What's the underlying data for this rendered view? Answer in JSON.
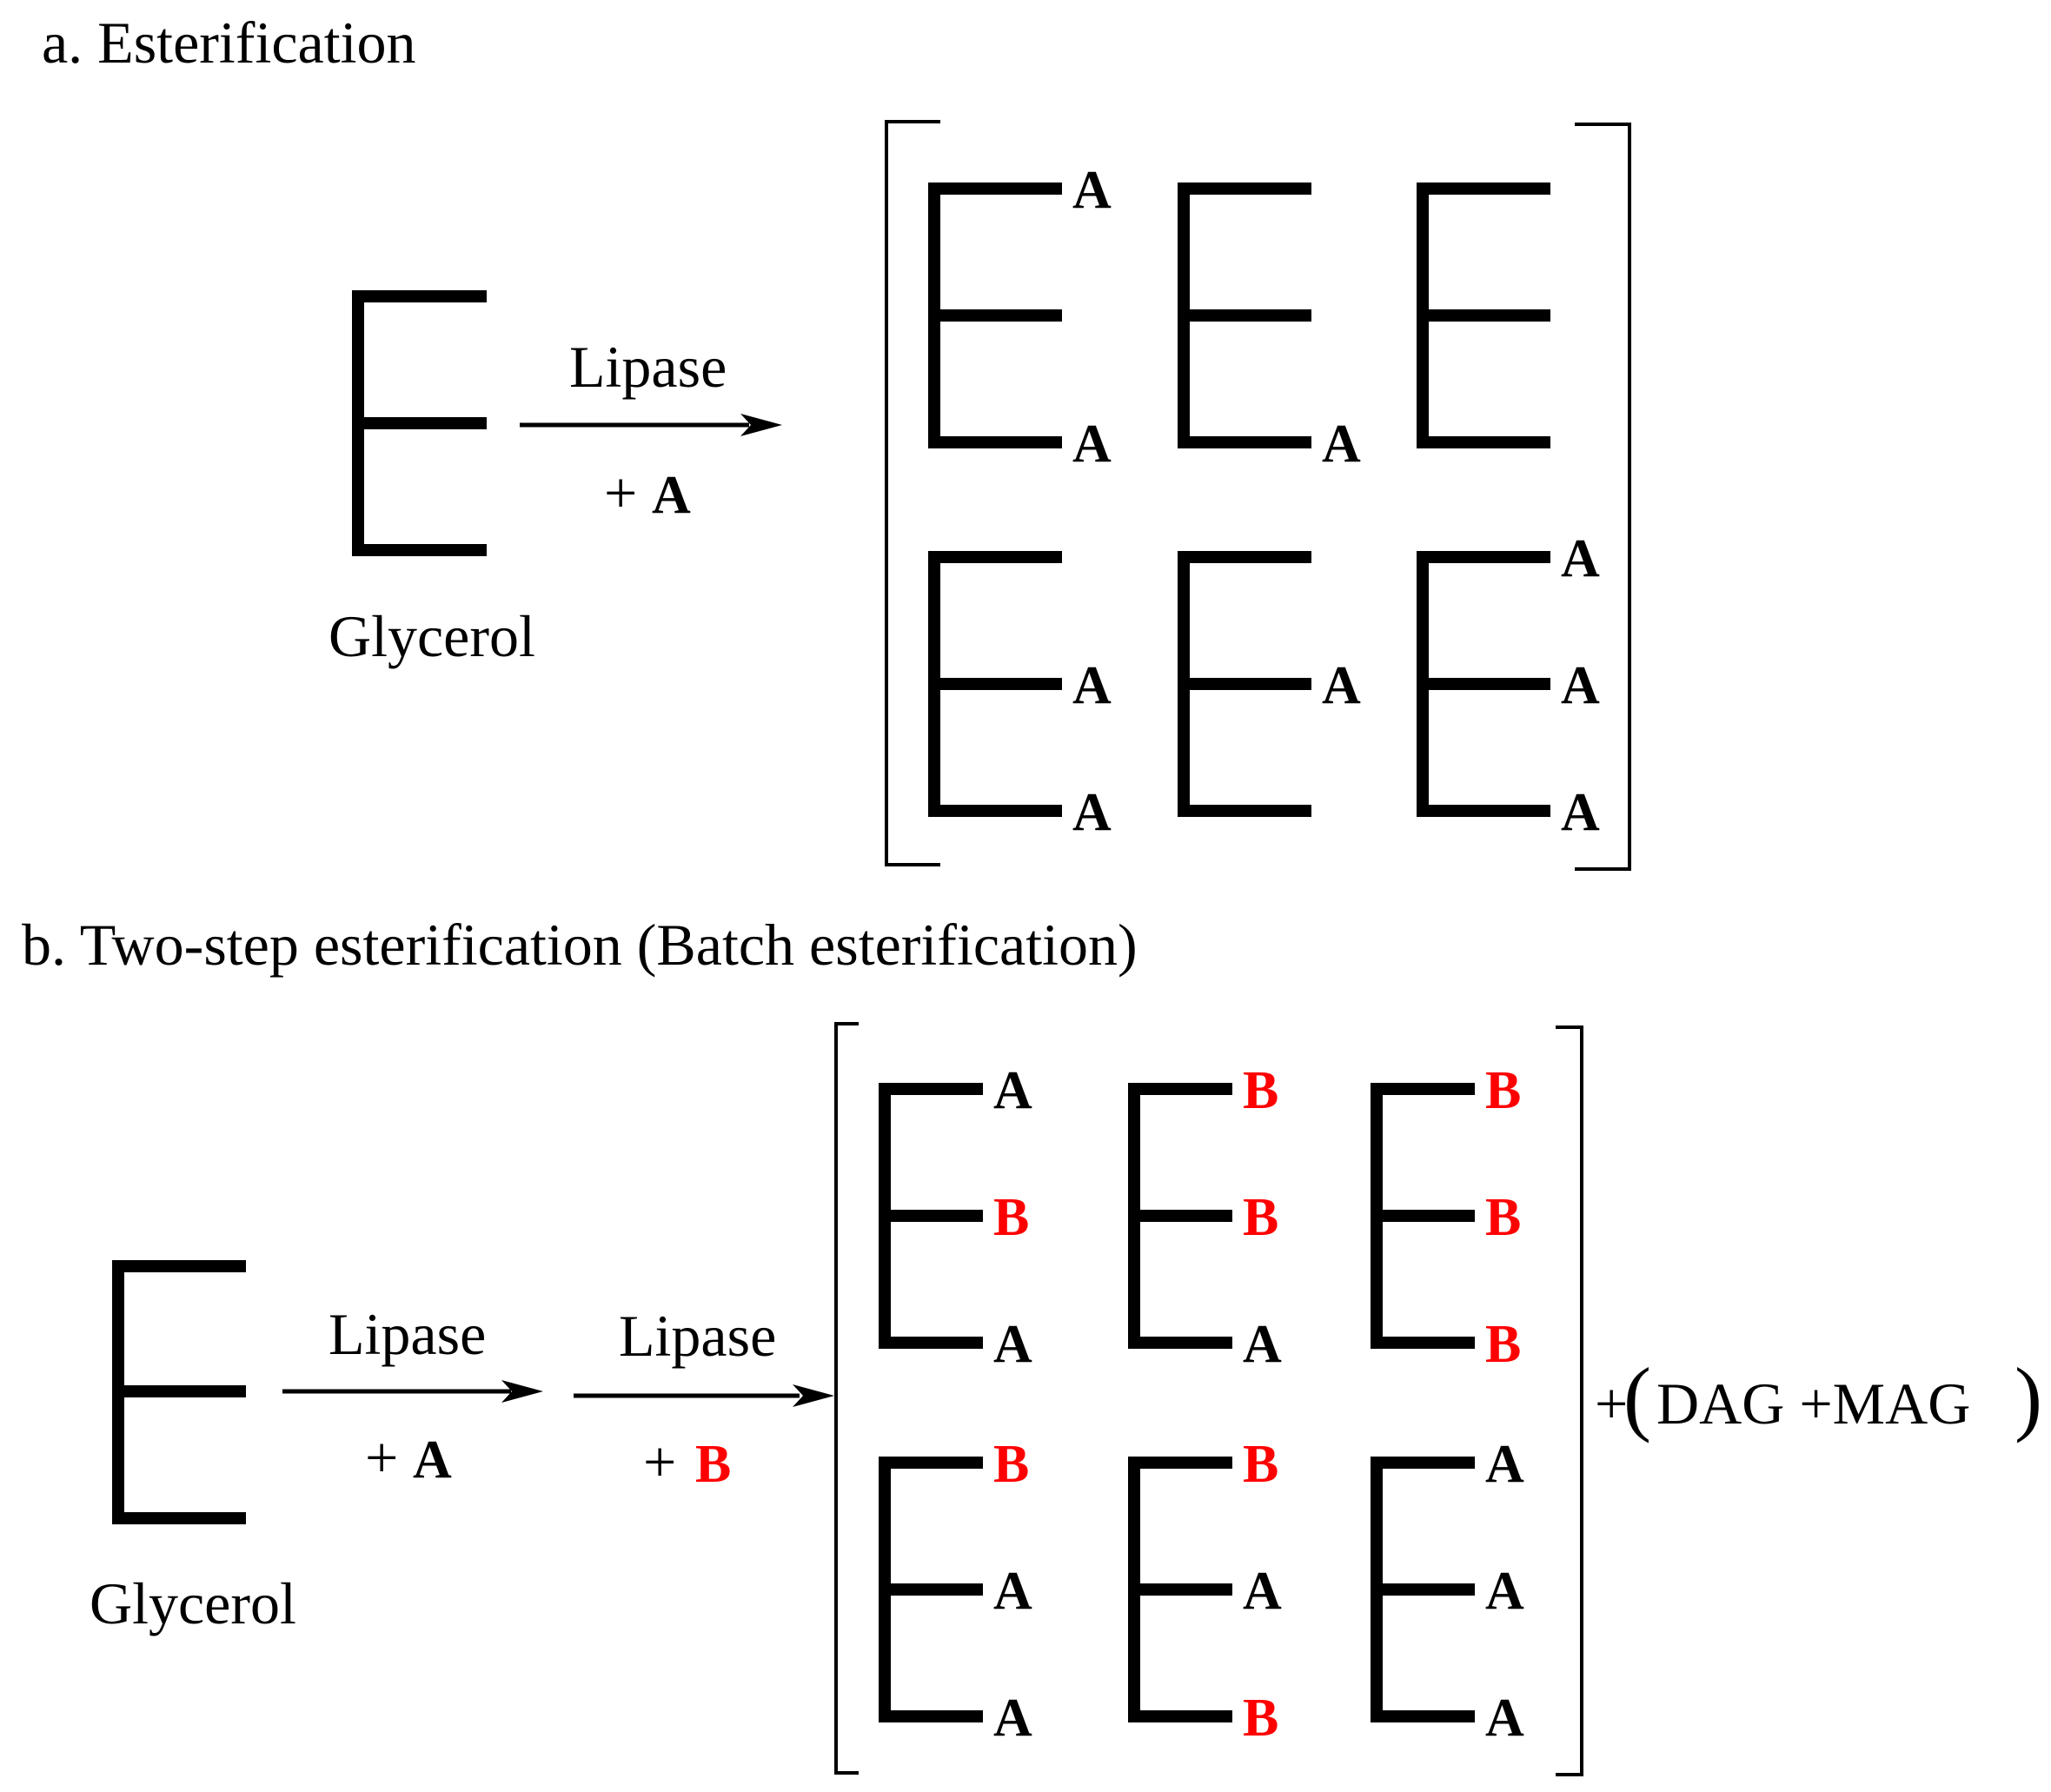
{
  "colors": {
    "A": "#000000",
    "B": "#ff0000",
    "ink": "#000000"
  },
  "panel_a": {
    "title": "a. Esterification",
    "reactant_label": "Glycerol",
    "step": {
      "enzyme": "Lipase",
      "plus": "+",
      "reagent": "A"
    },
    "products": [
      [
        "A",
        "",
        "A"
      ],
      [
        "",
        "",
        "A"
      ],
      [
        "",
        "",
        ""
      ],
      [
        "",
        "A",
        "A"
      ],
      [
        "",
        "A",
        ""
      ],
      [
        "A",
        "A",
        "A"
      ]
    ]
  },
  "panel_b": {
    "title": "b. Two-step esterification (Batch esterification)",
    "reactant_label": "Glycerol",
    "steps": [
      {
        "enzyme": "Lipase",
        "plus": "+",
        "reagent": "A"
      },
      {
        "enzyme": "Lipase",
        "plus": "+",
        "reagent": "B"
      }
    ],
    "products": [
      [
        "A",
        "B",
        "A"
      ],
      [
        "B",
        "B",
        "A"
      ],
      [
        "B",
        "B",
        "B"
      ],
      [
        "B",
        "A",
        "A"
      ],
      [
        "B",
        "A",
        "B"
      ],
      [
        "A",
        "A",
        "A"
      ]
    ],
    "side_products": {
      "plus": "+",
      "open": "(",
      "text": "DAG +MAG",
      "close": ")"
    }
  }
}
